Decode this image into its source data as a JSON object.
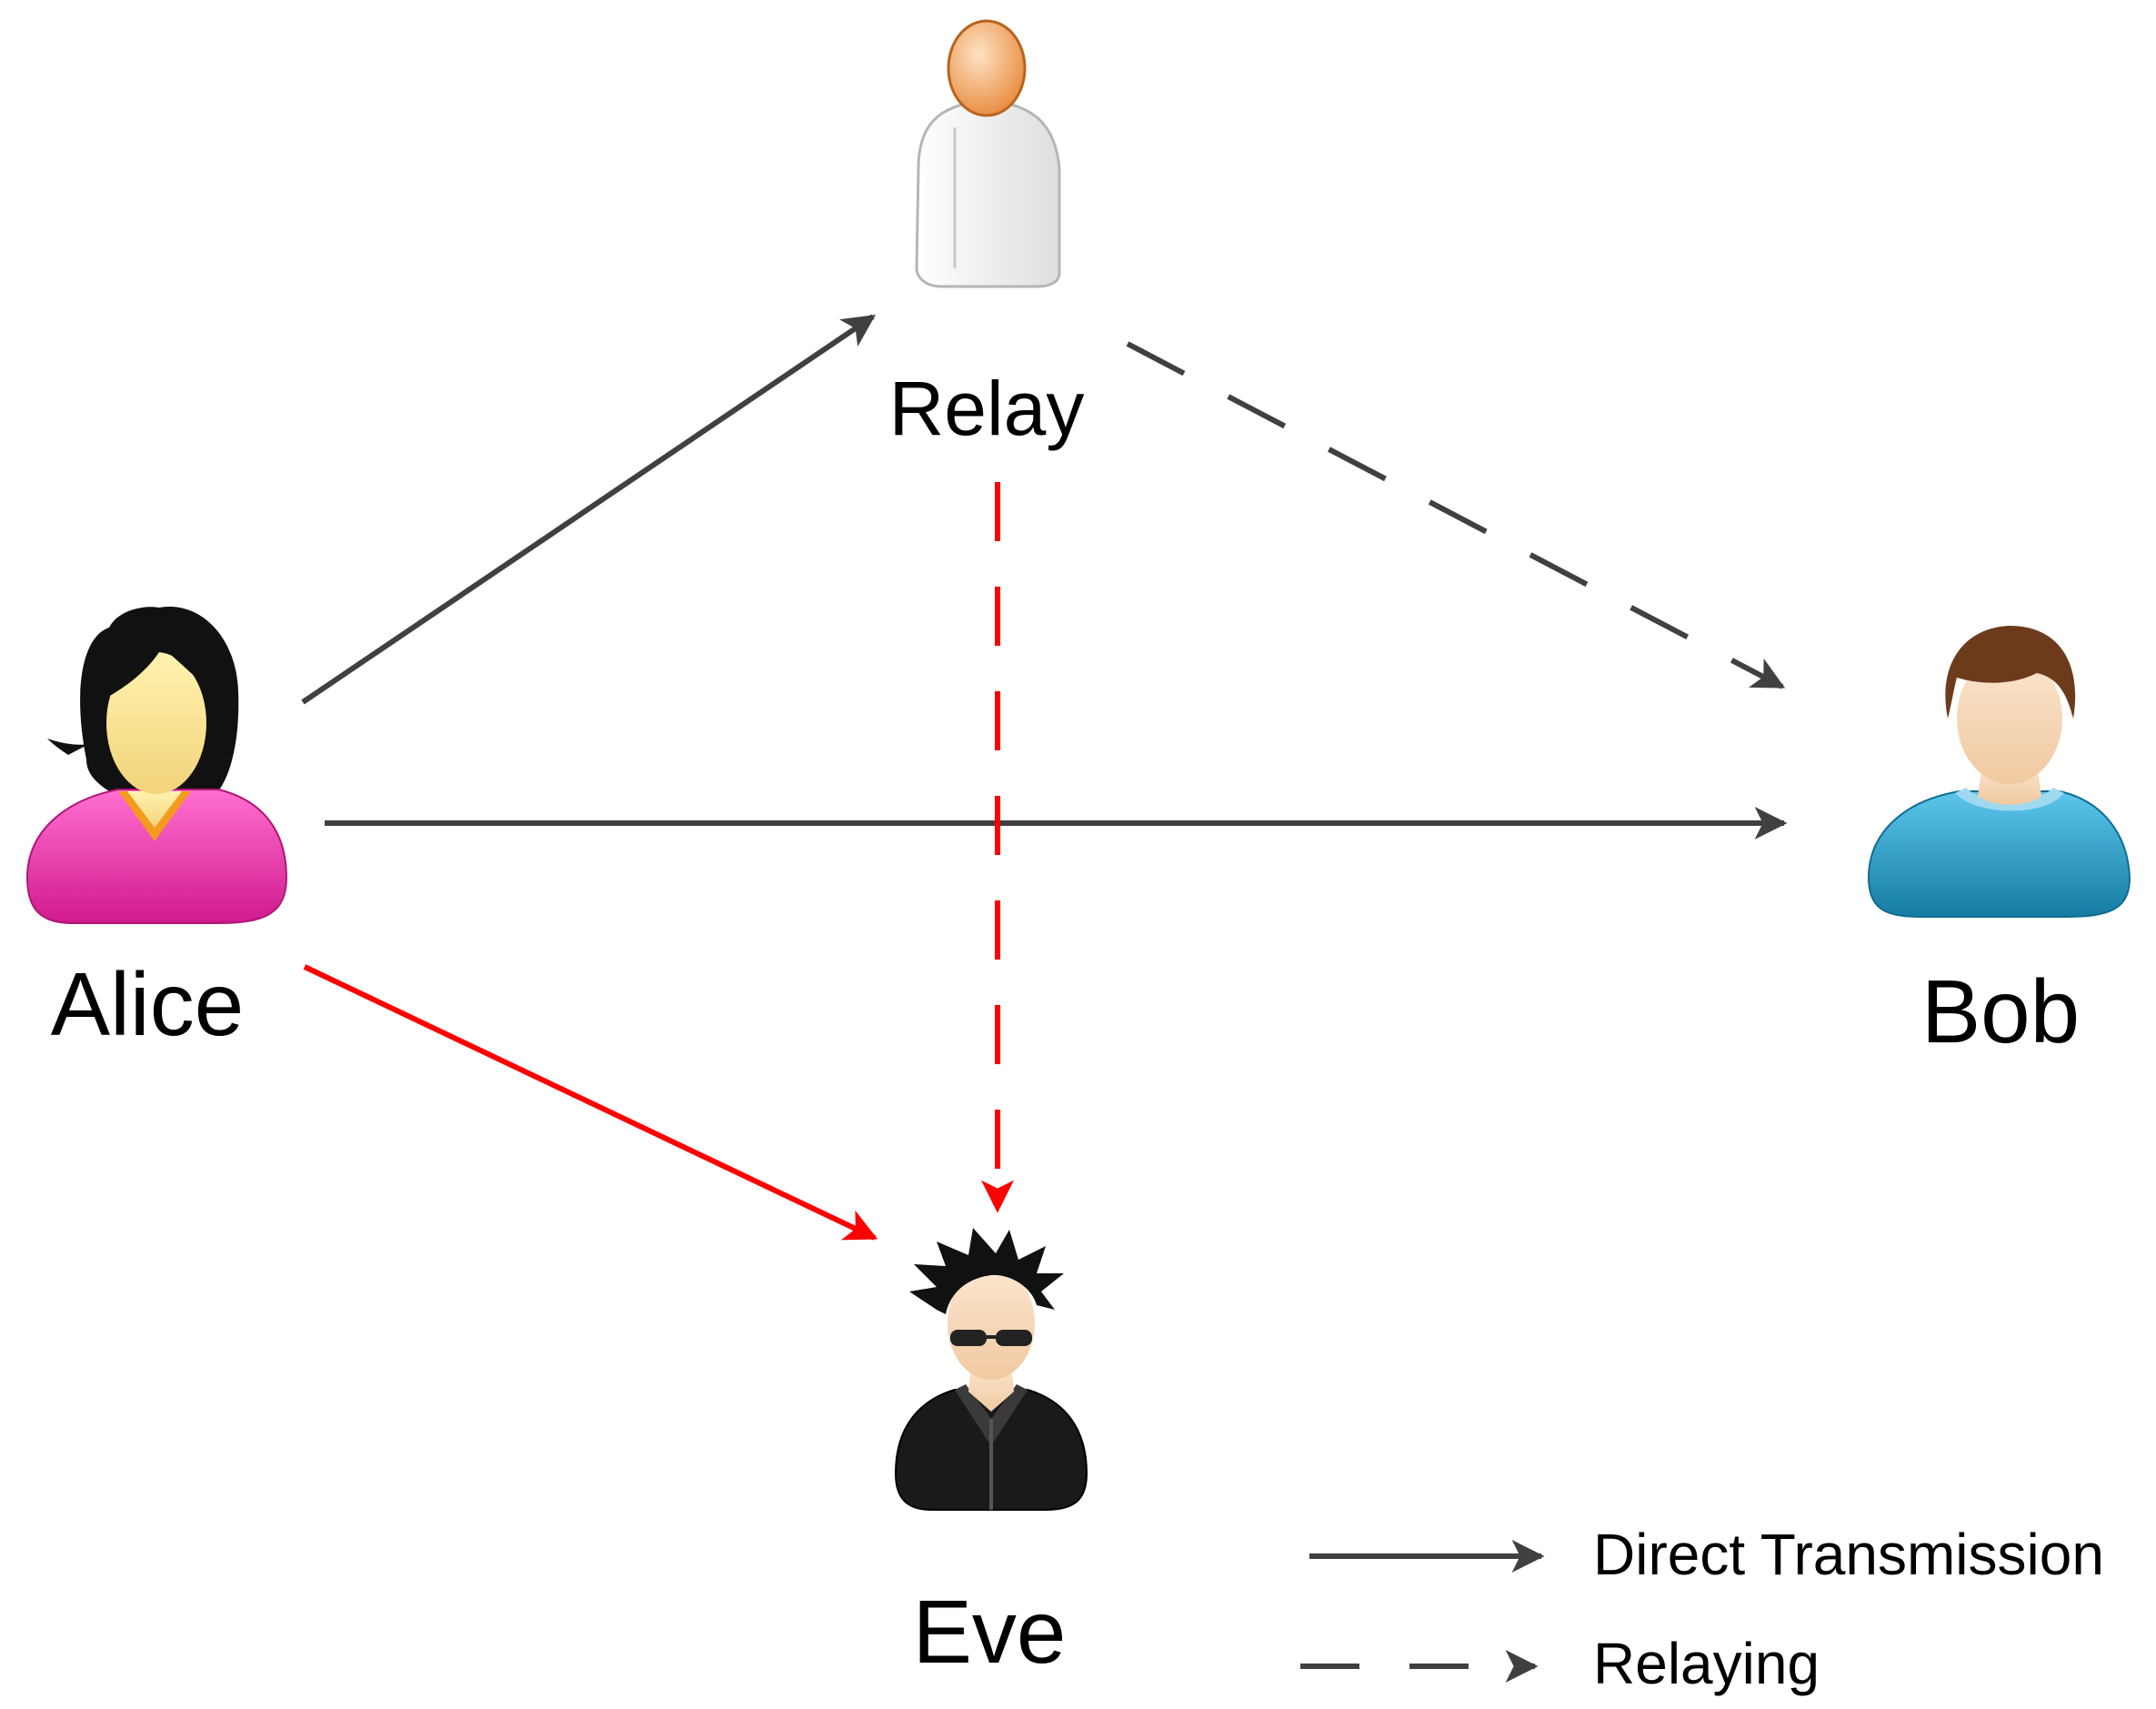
{
  "nodes": {
    "relay": {
      "label": "Relay"
    },
    "alice": {
      "label": "Alice"
    },
    "bob": {
      "label": "Bob"
    },
    "eve": {
      "label": "Eve"
    }
  },
  "legend": {
    "direct": "Direct Transmission",
    "relaying": "Relaying"
  },
  "colors": {
    "arrow_dark": "#404040",
    "arrow_red": "#ff0000",
    "alice_shirt": "#e6249c",
    "alice_hair": "#111111",
    "bob_shirt": "#1e8fb8",
    "bob_hair": "#6b3b1c",
    "relay_body": "#f2f2f2",
    "relay_head": "#f0a060",
    "eve_jacket": "#1a1a1a",
    "skin": "#f6d9b5"
  }
}
